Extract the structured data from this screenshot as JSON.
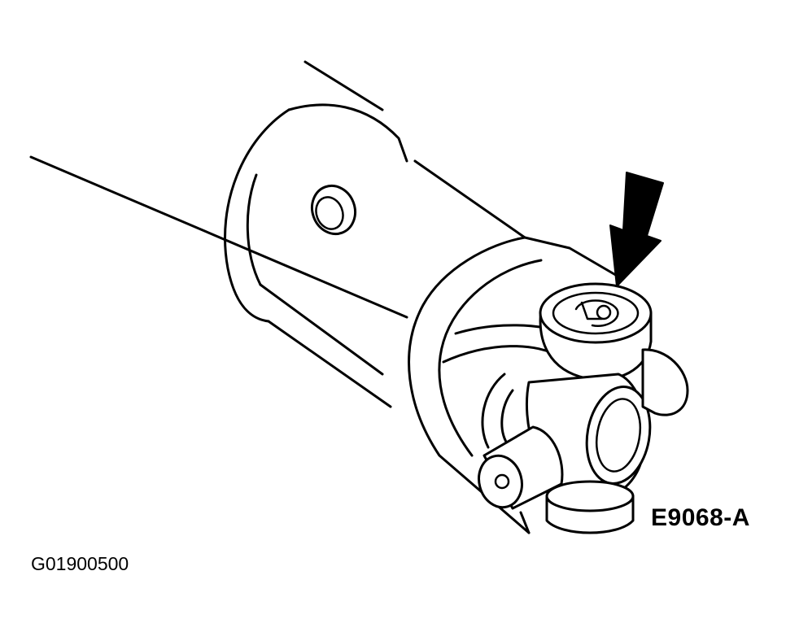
{
  "figure": {
    "reference_code": "E9068-A",
    "figure_id": "G01900500"
  },
  "icons": {
    "pointer": "arrow-down-left-icon",
    "drawing": "driveshaft-u-joint-illustration"
  },
  "colors": {
    "ink": "#000000",
    "background": "#ffffff"
  }
}
